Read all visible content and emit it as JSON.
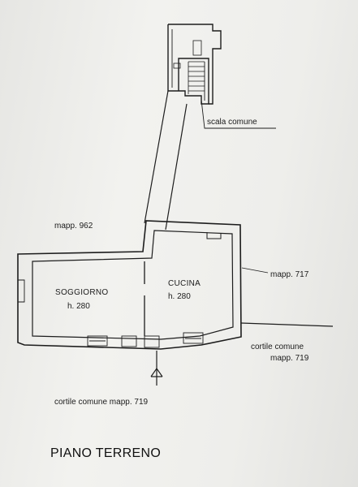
{
  "labels": {
    "scala_comune": "scala comune",
    "mapp_962": "mapp. 962",
    "mapp_717": "mapp. 717",
    "soggiorno": "SOGGIORNO",
    "soggiorno_h": "h. 280",
    "cucina": "CUCINA",
    "cucina_h": "h. 280",
    "cortile_comune": "cortile comune",
    "mapp_719": "mapp. 719",
    "cortile_bottom": "cortile comune mapp. 719"
  },
  "title": "PIANO TERRENO"
}
